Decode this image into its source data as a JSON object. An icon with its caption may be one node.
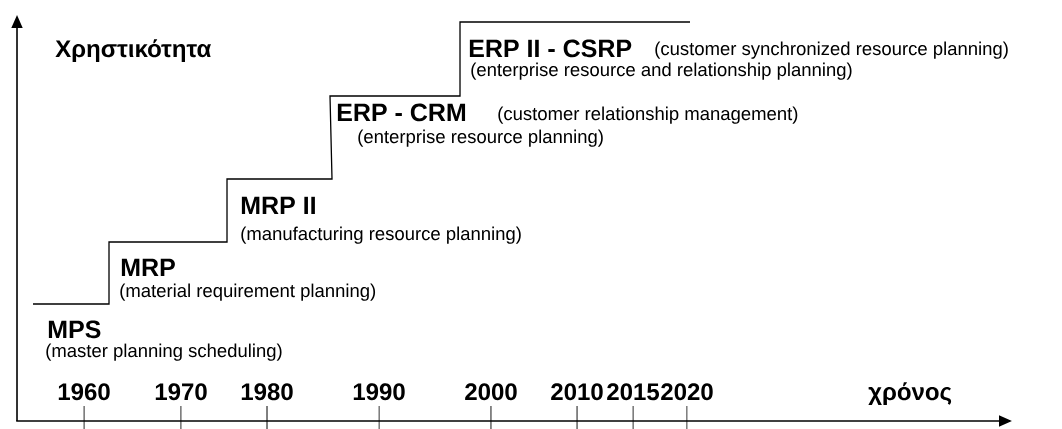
{
  "diagram": {
    "labels": [
      "Χρηστικότητα",
      "ERP II - CSRP",
      "(customer synchronized resource planning)",
      "(enterprise resource and relationship planning)",
      "ERP - CRM",
      "(customer relationship management)",
      "(enterprise resource planning)",
      "MRP II",
      "(manufacturing resource planning)",
      "MRP",
      "(material requirement planning)",
      "MPS",
      "(master planning scheduling)",
      "1960",
      "1970",
      "1980",
      "1990",
      "2000",
      "2010",
      "2015",
      "2020",
      "χρόνος"
    ]
  }
}
